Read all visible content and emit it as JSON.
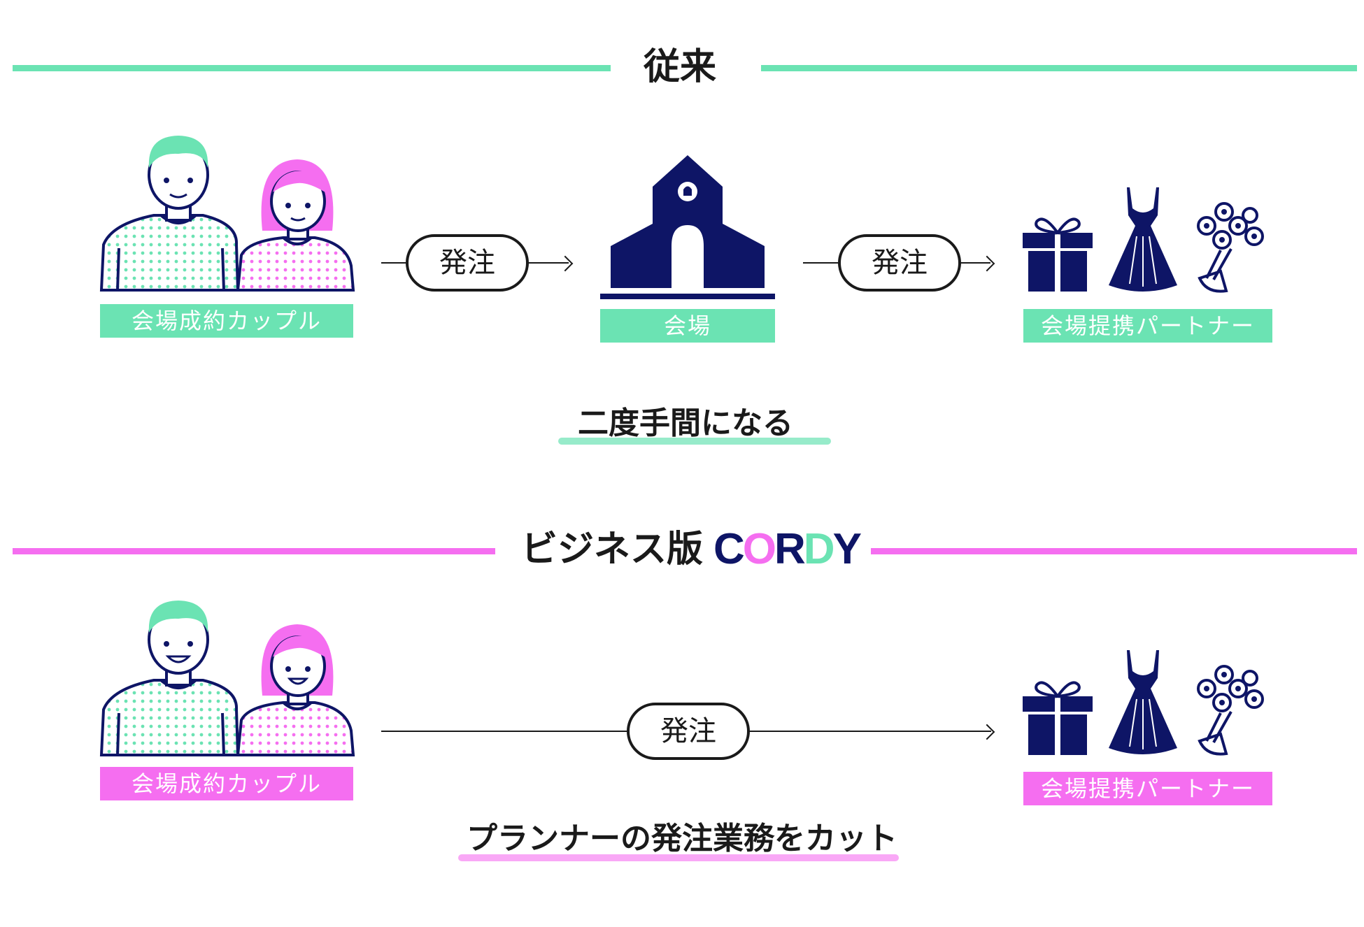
{
  "colors": {
    "green": "#6be3b3",
    "pink": "#f56ef0",
    "navy": "#0e1566",
    "dark": "#1a1a1a"
  },
  "top": {
    "title": "従来",
    "couple_label": "会場成約カップル",
    "order_label_1": "発注",
    "venue_label": "会場",
    "order_label_2": "発注",
    "partner_label": "会場提携パートナー",
    "note": "二度手間になる"
  },
  "bottom": {
    "title": "ビジネス版",
    "logo": "CORDY",
    "couple_label": "会場成約カップル",
    "order_label": "発注",
    "partner_label": "会場提携パートナー",
    "note": "プランナーの発注業務をカット"
  },
  "icons": [
    "couple-illustration",
    "chapel-icon",
    "gift-icon",
    "dress-icon",
    "bouquet-icon"
  ]
}
